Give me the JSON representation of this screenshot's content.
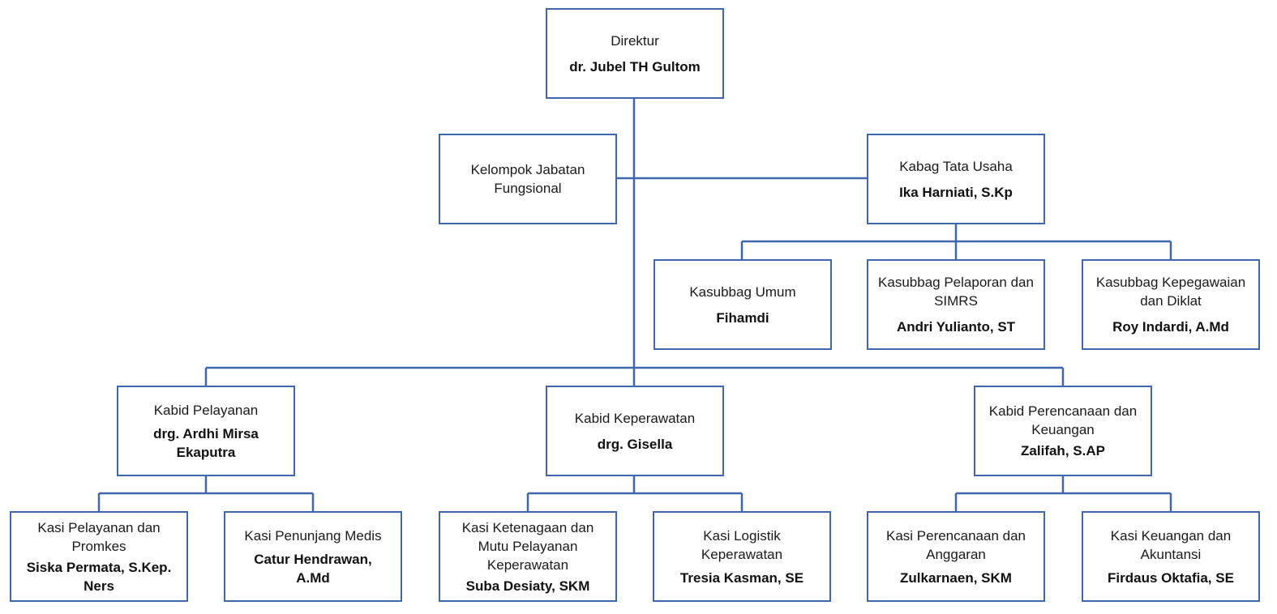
{
  "chart": {
    "line_color": "#3e67ad",
    "director": {
      "title": "Direktur",
      "name": "dr. Jubel TH Gultom"
    },
    "functional_group": {
      "title": "Kelompok Jabatan Fungsional"
    },
    "admin_head": {
      "title": "Kabag Tata Usaha",
      "name": "Ika Harniati, S.Kp"
    },
    "admin_subsections": [
      {
        "title": "Kasubbag Umum",
        "name": "Fihamdi"
      },
      {
        "title": "Kasubbag Pelaporan dan SIMRS",
        "name": "Andri Yulianto, ST"
      },
      {
        "title": "Kasubbag Kepegawaian dan Diklat",
        "name": "Roy Indardi, A.Md"
      }
    ],
    "divisions": [
      {
        "title": "Kabid Pelayanan",
        "name": "drg. Ardhi Mirsa Ekaputra",
        "sections": [
          {
            "title": "Kasi Pelayanan dan Promkes",
            "name": "Siska Permata, S.Kep. Ners"
          },
          {
            "title": "Kasi Penunjang Medis",
            "name": "Catur Hendrawan, A.Md"
          }
        ]
      },
      {
        "title": "Kabid Keperawatan",
        "name": "drg. Gisella",
        "sections": [
          {
            "title": "Kasi Ketenagaan dan Mutu Pelayanan Keperawatan",
            "name": "Suba Desiaty, SKM"
          },
          {
            "title": "Kasi Logistik Keperawatan",
            "name": "Tresia Kasman, SE"
          }
        ]
      },
      {
        "title": "Kabid Perencanaan dan Keuangan",
        "name": "Zalifah, S.AP",
        "sections": [
          {
            "title": "Kasi Perencanaan dan Anggaran",
            "name": "Zulkarnaen, SKM"
          },
          {
            "title": "Kasi Keuangan dan Akuntansi",
            "name": "Firdaus Oktafia, SE"
          }
        ]
      }
    ]
  }
}
